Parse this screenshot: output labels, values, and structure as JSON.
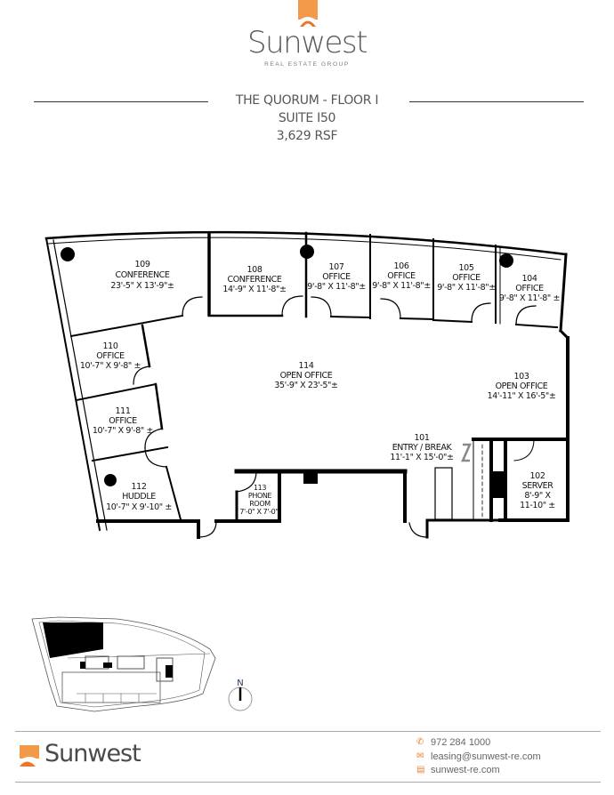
{
  "header": {
    "brand_name": "Sunwest",
    "brand_tagline": "REAL ESTATE GROUP",
    "building_floor": "THE QUORUM - FLOOR I",
    "suite": "SUITE I50",
    "area": "3,629 RSF"
  },
  "colors": {
    "brand_orange": "#f39a4a",
    "brand_orange_dark": "#e8772e",
    "text_gray": "#555555",
    "wall": "#000000"
  },
  "rooms": [
    {
      "number": "109",
      "type": "CONFERENCE",
      "size": "23'-5\" X 13'-9\"±"
    },
    {
      "number": "108",
      "type": "CONFERENCE",
      "size": "14'-9\" X 11'-8\"±"
    },
    {
      "number": "107",
      "type": "OFFICE",
      "size": "9'-8\" X 11'-8\"±"
    },
    {
      "number": "106",
      "type": "OFFICE",
      "size": "9'-8\" X 11'-8\"±"
    },
    {
      "number": "105",
      "type": "OFFICE",
      "size": "9'-8\" X 11'-8\"±"
    },
    {
      "number": "104",
      "type": "OFFICE",
      "size": "9'-8\" X 11'-8\" ±"
    },
    {
      "number": "110",
      "type": "OFFICE",
      "size": "10'-7\" X 9'-8\" ±"
    },
    {
      "number": "111",
      "type": "OFFICE",
      "size": "10'-7\" X 9'-8\" ±"
    },
    {
      "number": "112",
      "type": "HUDDLE",
      "size": "10'-7\" X 9'-10\" ±"
    },
    {
      "number": "114",
      "type": "OPEN OFFICE",
      "size": "35'-9\" X 23'-5\"±"
    },
    {
      "number": "103",
      "type": "OPEN OFFICE",
      "size": "14'-11\" X 16'-5\"±"
    },
    {
      "number": "101",
      "type": "ENTRY / BREAK",
      "size": "11'-1\" X 15'-0\"±"
    },
    {
      "number": "102",
      "type": "SERVER",
      "size_line1": "8'-9\" X",
      "size_line2": "11-10\" ±"
    },
    {
      "number": "113",
      "type_line1": "PHONE",
      "type_line2": "ROOM",
      "size": "7'-0\" X 7'-0\""
    }
  ],
  "compass": {
    "label": "N"
  },
  "footer": {
    "brand_name": "Sunwest",
    "phone": "972 284 1000",
    "email": "leasing@sunwest-re.com",
    "website": "sunwest-re.com",
    "icons": [
      "phone-icon",
      "mail-icon",
      "web-icon"
    ]
  }
}
